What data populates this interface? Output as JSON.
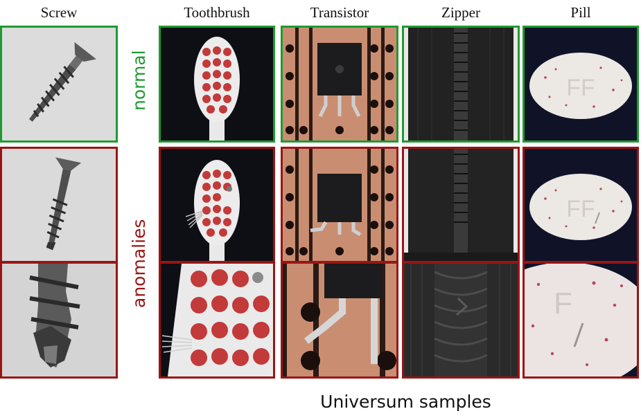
{
  "columns": {
    "screw": "Screw",
    "toothbrush": "Toothbrush",
    "transistor": "Transistor",
    "zipper": "Zipper",
    "pill": "Pill"
  },
  "rows": {
    "normal": "normal",
    "anomalies": "anomalies"
  },
  "footer": "Universum samples",
  "pill_imprint": "FF",
  "colors": {
    "normal_border": "#1f9a2f",
    "anomaly_border": "#9b1414"
  }
}
